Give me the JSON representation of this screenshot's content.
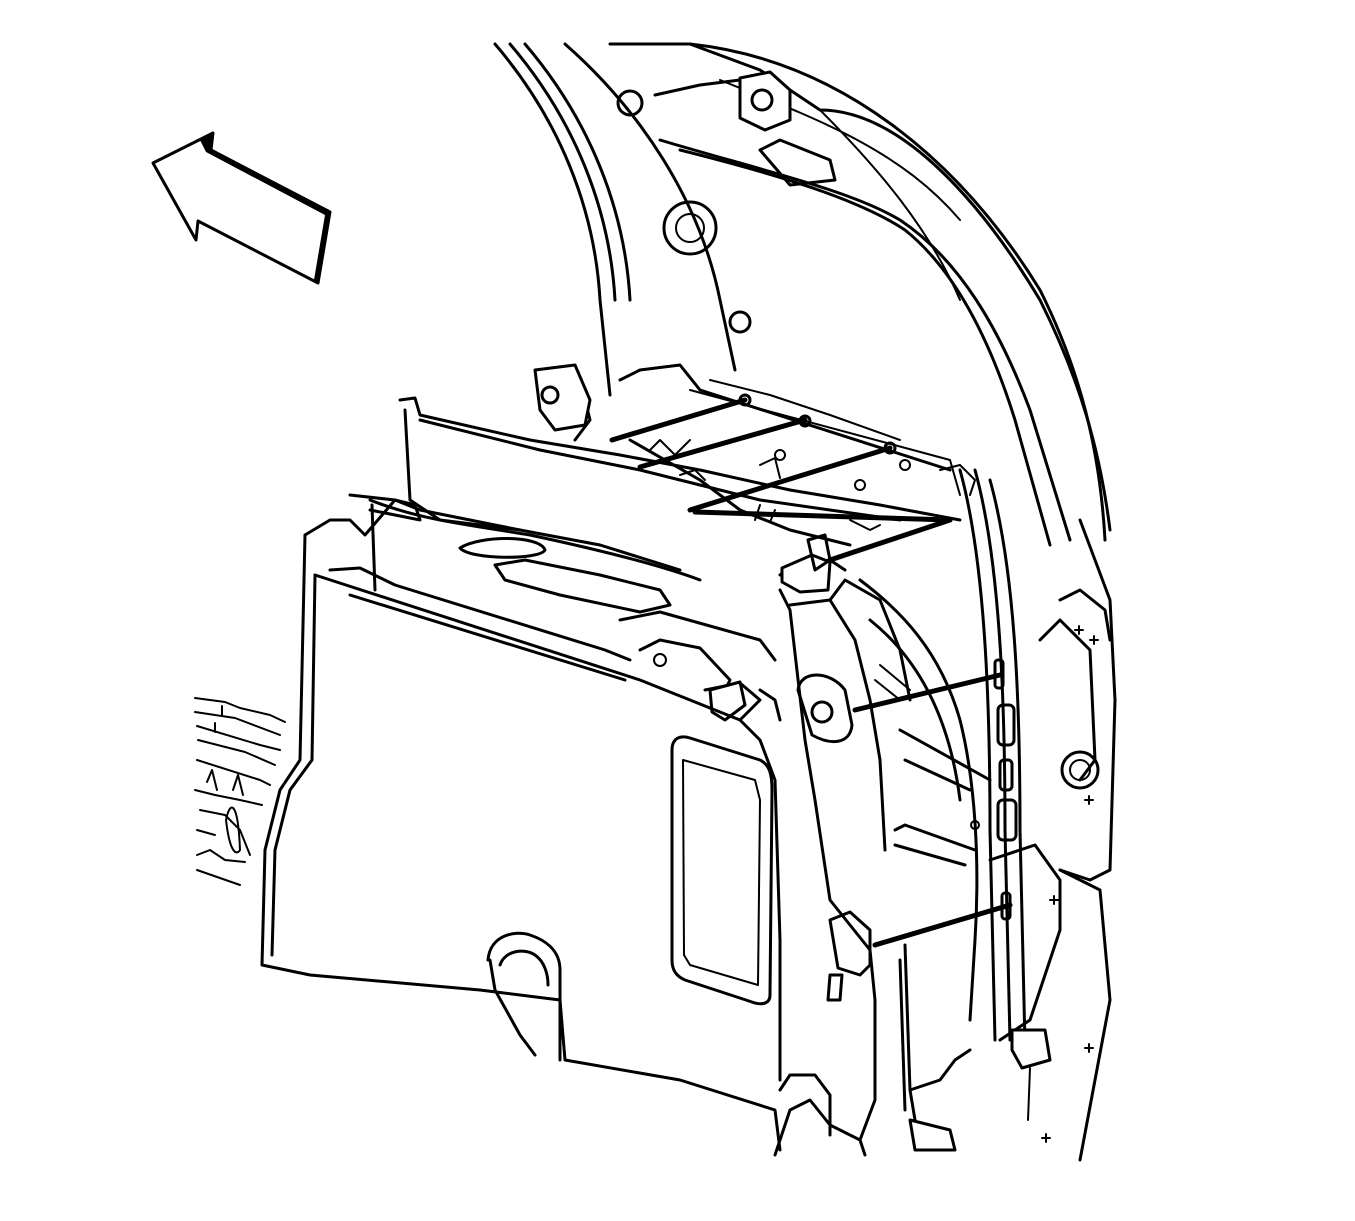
{
  "figure": {
    "colors": {
      "line": "#000000",
      "background": "#ffffff"
    },
    "direction_indicator": "front-of-vehicle-arrow",
    "parts": [
      "liftgate-opening-frame",
      "d-pillar-trim-panel",
      "quarter-trim-panel",
      "speaker-grille",
      "rear-cargo-floor",
      "rear-seat",
      "trim-fastener",
      "callout-leader-line"
    ]
  }
}
